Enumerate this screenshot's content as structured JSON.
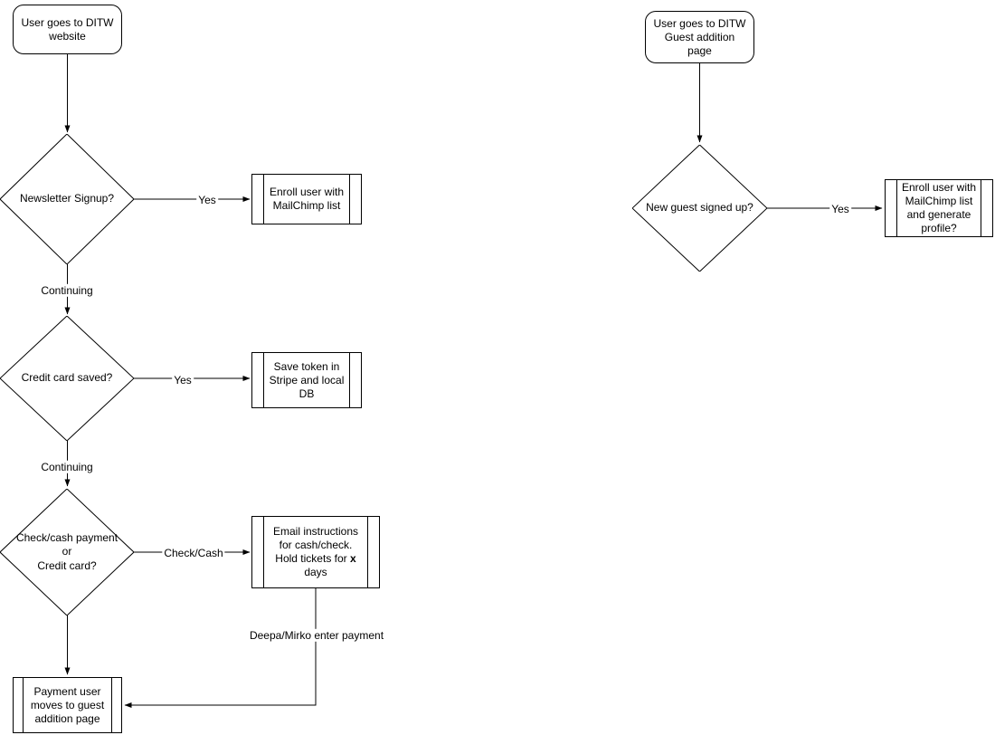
{
  "diagram": {
    "left": {
      "start": "User goes to DITW website",
      "decision_newsletter": "Newsletter Signup?",
      "yes1": "Yes",
      "box_enroll": "Enroll user with MailChimp list",
      "continuing1": "Continuing",
      "decision_credit": "Credit card saved?",
      "yes2": "Yes",
      "box_token": "Save token in Stripe and local DB",
      "continuing2": "Continuing",
      "decision_payment_line1": "Check/cash payment",
      "decision_payment_line2": "or",
      "decision_payment_line3": "Credit card?",
      "check_cash": "Check/Cash",
      "box_email_pre": "Email instructions for cash/check. Hold tickets for ",
      "box_email_bold": "x",
      "box_email_post": " days",
      "deepa_label": "Deepa/Mirko enter payment",
      "box_payment_user": "Payment user moves to guest addition page"
    },
    "right": {
      "start": "User goes to DITW Guest addition page",
      "decision_new_guest": "New guest signed up?",
      "yes": "Yes",
      "box_enroll_profile": "Enroll user with MailChimp list and generate profile?"
    },
    "colors": {
      "stroke": "#000000",
      "fill": "#ffffff",
      "text": "#000000"
    }
  }
}
